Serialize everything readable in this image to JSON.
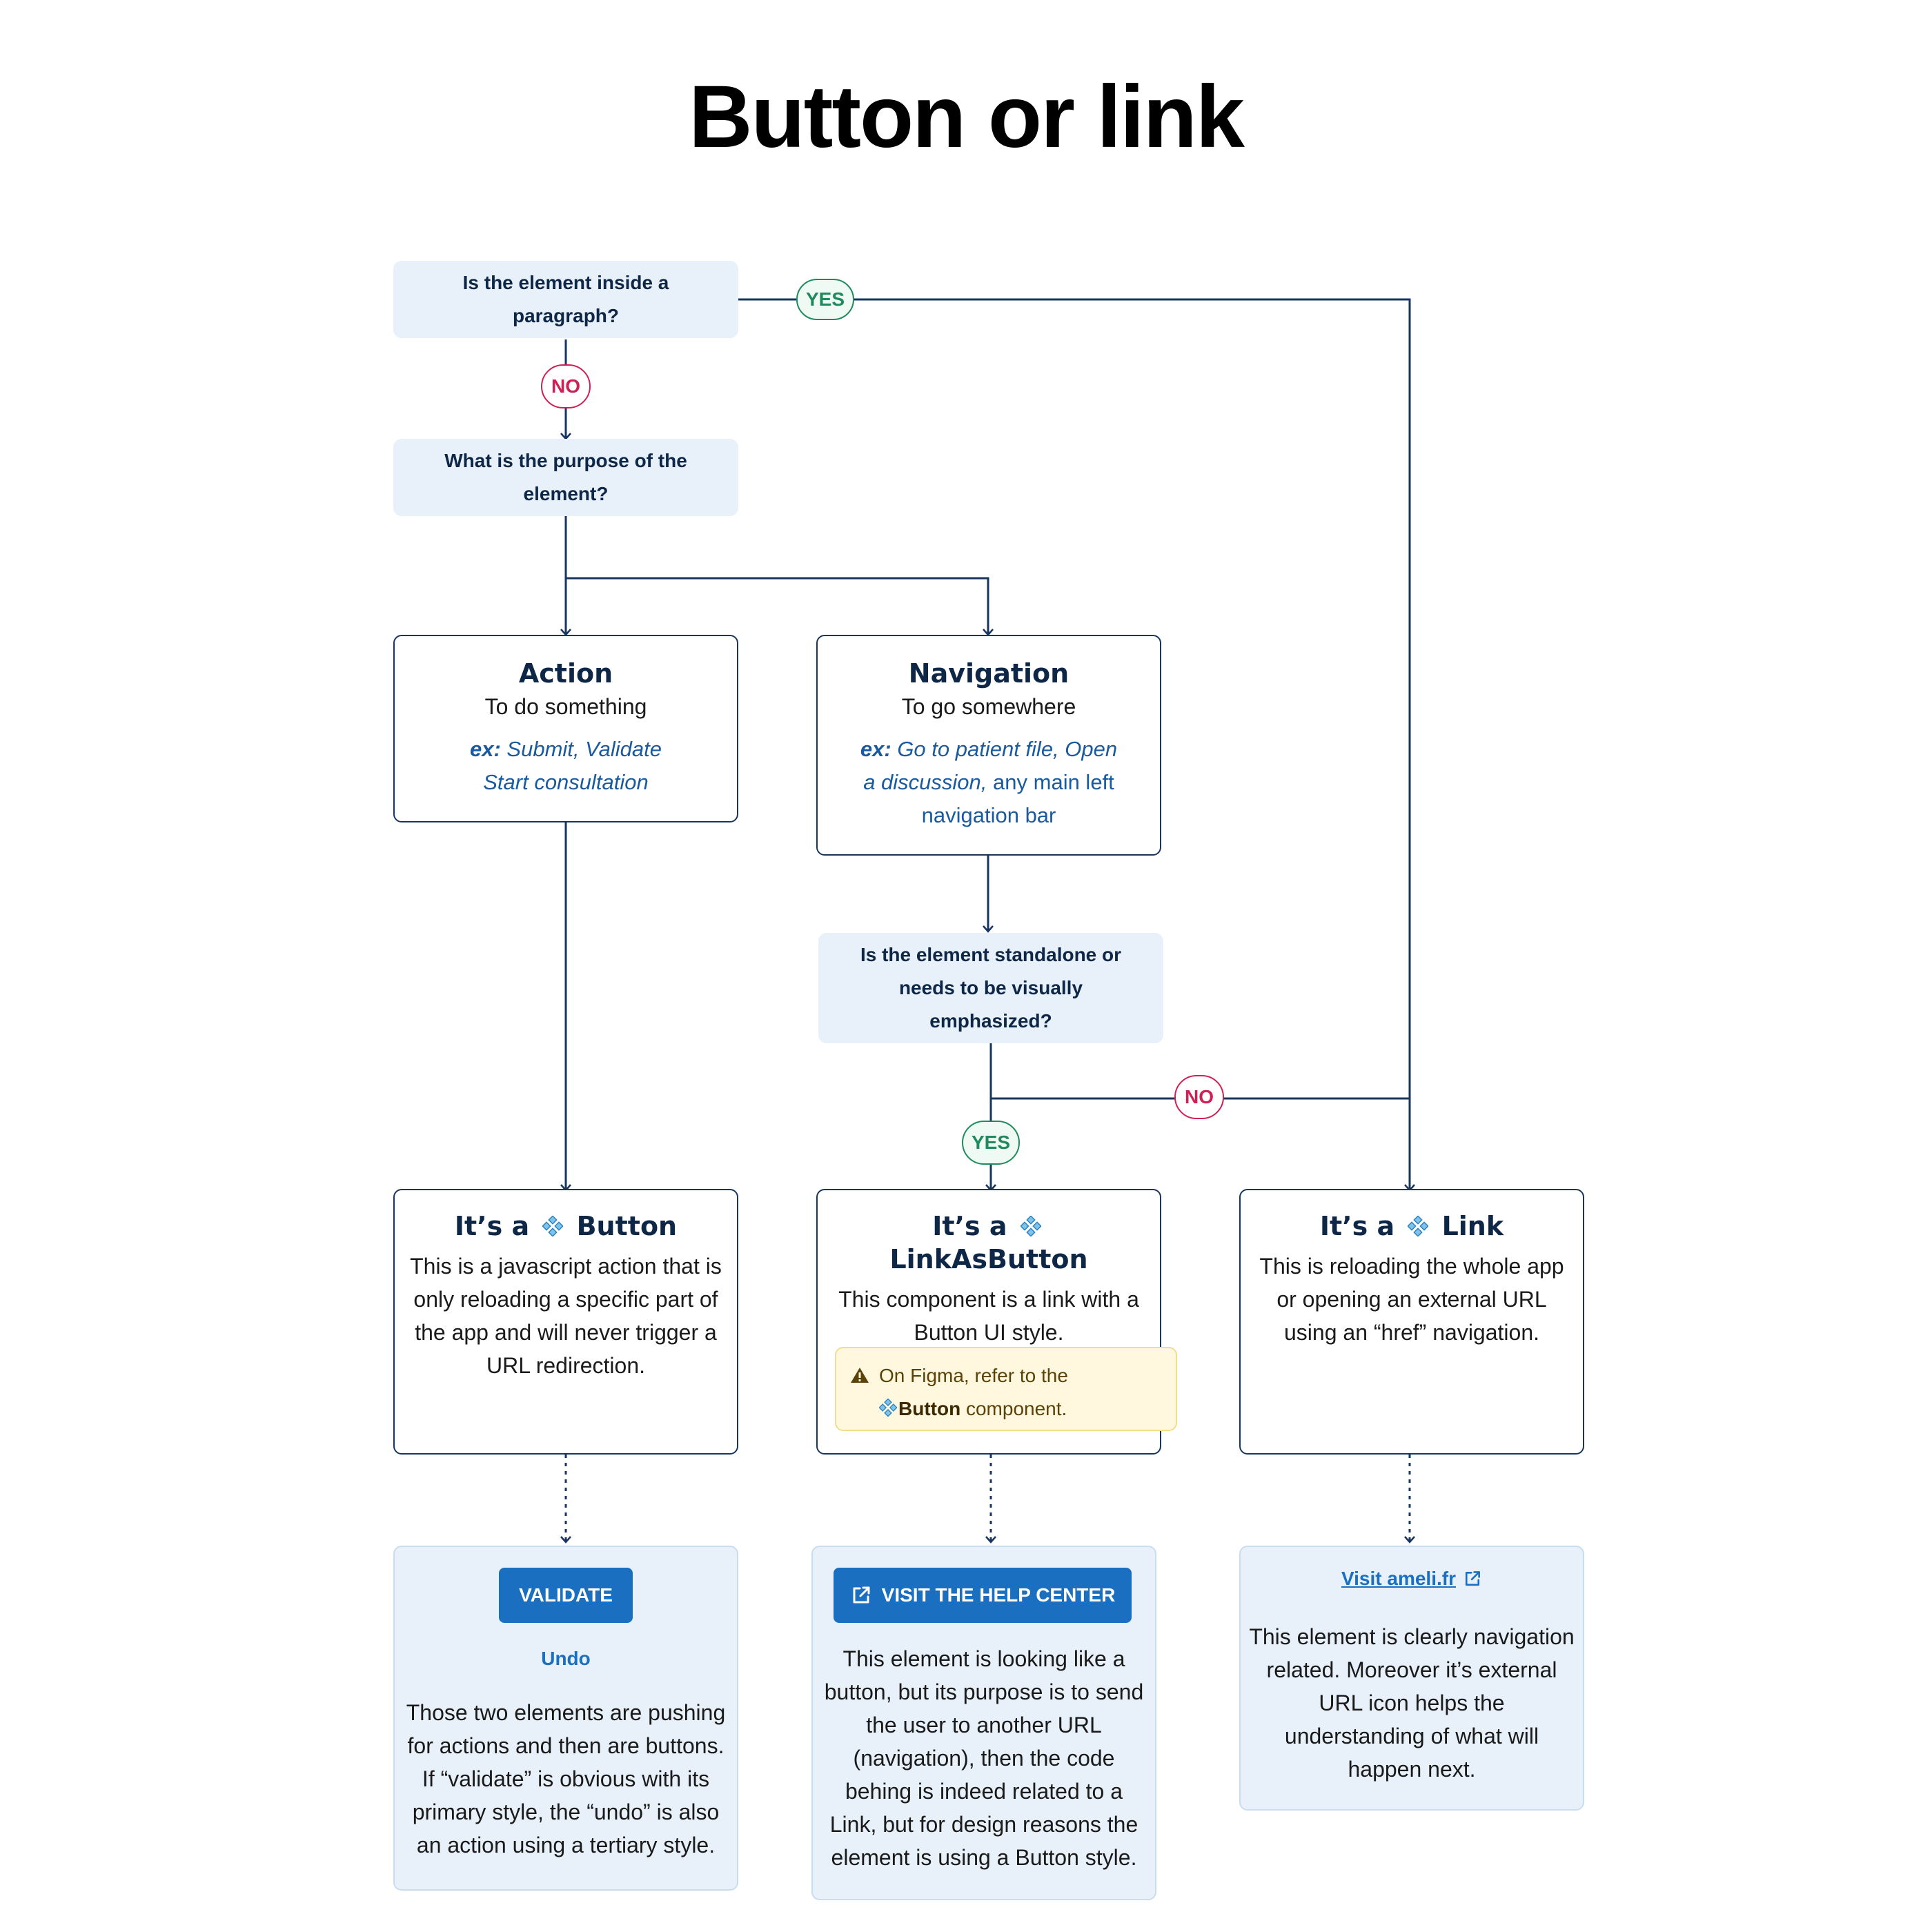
{
  "title": "Button or link",
  "questions": {
    "q1": "Is the element inside a paragraph?",
    "q2": "What is the purpose of the element?",
    "q3": "Is the element standalone or needs to be visually emphasized?"
  },
  "labels": {
    "yes": "YES",
    "no": "NO"
  },
  "action": {
    "title": "Action",
    "subtitle": "To do something",
    "ex_prefix": "ex:",
    "ex_line1": "Submit, Validate",
    "ex_line2": "Start consultation"
  },
  "navigation": {
    "title": "Navigation",
    "subtitle": "To go somewhere",
    "ex_prefix": "ex:",
    "ex_italic": "Go to patient file, Open a discussion,",
    "ex_rest": "any main left navigation bar"
  },
  "results": {
    "button": {
      "title_prefix": "It’s a",
      "title_name": "Button",
      "body": "This is a javascript action that is only reloading a specific part of the app and will never trigger a URL redirection."
    },
    "link_as_button": {
      "title_prefix": "It’s a",
      "title_name": "LinkAsButton",
      "body": "This component is a link with a Button UI style.",
      "note_prefix": "On Figma, refer to the",
      "note_component": "Button",
      "note_suffix": "component."
    },
    "link": {
      "title_prefix": "It’s a",
      "title_name": "Link",
      "body": "This is reloading the whole app or opening an external URL using an “href” navigation."
    }
  },
  "examples": {
    "button": {
      "primary_label": "VALIDATE",
      "tertiary_label": "Undo",
      "text": "Those two elements are pushing for actions and then are buttons. If “validate” is obvious with its primary style, the “undo” is also an action using a tertiary style."
    },
    "link_as_button": {
      "button_label": "VISIT THE HELP CENTER",
      "text": "This element is looking like a button, but its purpose is to send the user to another URL (navigation), then the code behing is indeed related to a Link, but for design reasons the element is using a Button style."
    },
    "link": {
      "link_label": "Visit ameli.fr",
      "text": "This element is clearly navigation related. Moreover it’s external URL icon helps the understanding of what will happen next."
    }
  },
  "colors": {
    "wire": "#17355f",
    "question_bg": "#e8f1fa",
    "yes": "#1f8a5c",
    "no": "#cf1f54",
    "primary_button": "#1b6fc0",
    "warning_bg": "#fff8df"
  },
  "icons": [
    "component-icon",
    "warning-icon",
    "external-link-icon"
  ]
}
